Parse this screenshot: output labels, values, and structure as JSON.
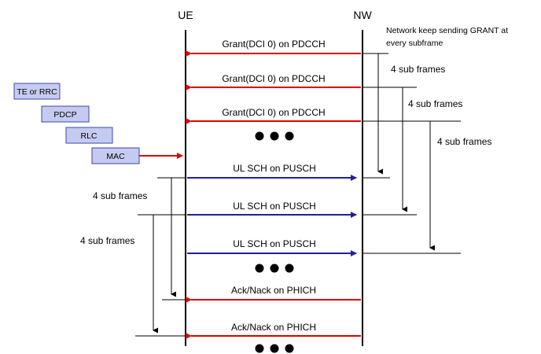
{
  "headers": {
    "ue": "UE",
    "nw": "NW"
  },
  "note": {
    "line1": "Network keep sending GRANT at",
    "line2": "every subframe"
  },
  "layers": [
    "TE or RRC",
    "PDCP",
    "RLC",
    "MAC"
  ],
  "messages": {
    "grant1": "Grant(DCI 0) on PDCCH",
    "grant2": "Grant(DCI 0) on PDCCH",
    "grant3": "Grant(DCI 0) on PDCCH",
    "ulsch1": "UL SCH on PUSCH",
    "ulsch2": "UL SCH on PUSCH",
    "ulsch3": "UL SCH on PUSCH",
    "ack1": "Ack/Nack on PHICH",
    "ack2": "Ack/Nack on PHICH"
  },
  "intervals": {
    "right1": "4 sub frames",
    "right2": "4 sub frames",
    "right3": "4 sub frames",
    "left1": "4 sub frames",
    "left2": "4 sub frames"
  },
  "colors": {
    "downlink": "#e00000",
    "uplink": "#1f1f9f",
    "layer_fill": "#c5cbf0",
    "layer_border": "#3a4aa8"
  }
}
